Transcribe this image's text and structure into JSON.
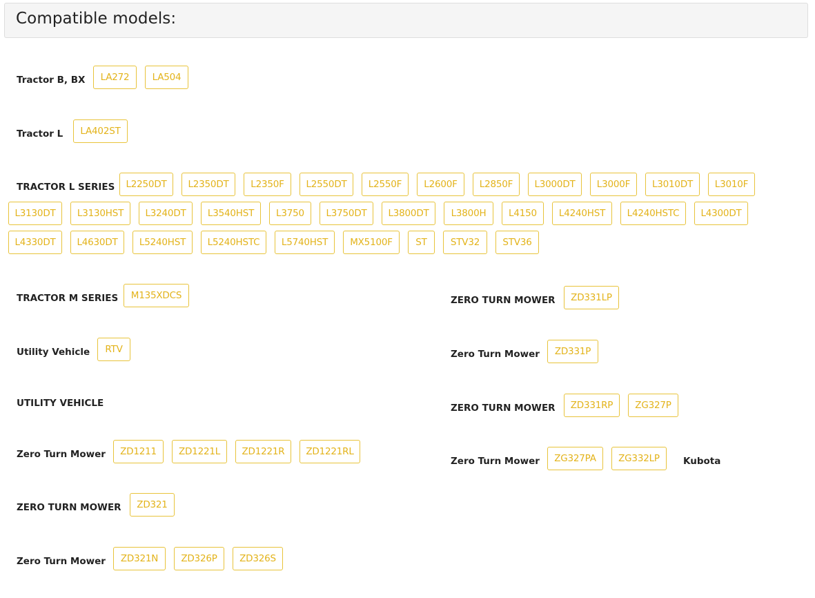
{
  "header": {
    "title": "Compatible models:"
  },
  "groups": [
    {
      "label": "Tractor B, BX",
      "models": [
        "LA272",
        "LA504"
      ]
    },
    {
      "label": "Tractor L",
      "models": [
        "LA402ST"
      ]
    },
    {
      "label": "TRACTOR L SERIES",
      "models": [
        "L2250DT",
        "L2350DT",
        "L2350F",
        "L2550DT",
        "L2550F",
        "L2600F",
        "L2850F",
        "L3000DT",
        "L3000F",
        "L3010DT",
        "L3010F",
        "L3130DT",
        "L3130HST",
        "L3240DT",
        "L3540HST",
        "L3750",
        "L3750DT",
        "L3800DT",
        "L3800H",
        "L4150",
        "L4240HST",
        "L4240HSTC",
        "L4300DT",
        "L4330DT",
        "L4630DT",
        "L5240HST",
        "L5240HSTC",
        "L5740HST",
        "MX5100F",
        "ST",
        "STV32",
        "STV36"
      ]
    },
    {
      "label": "TRACTOR M SERIES",
      "models": [
        "M135XDCS"
      ]
    },
    {
      "label": "Utility Vehicle",
      "models": [
        "RTV"
      ]
    },
    {
      "label": "UTILITY VEHICLE",
      "models": []
    },
    {
      "label": "Zero Turn Mower",
      "models": [
        "ZD1211",
        "ZD1221L",
        "ZD1221R",
        "ZD1221RL"
      ]
    },
    {
      "label": "ZERO TURN MOWER",
      "models": [
        "ZD321"
      ]
    },
    {
      "label": "Zero Turn Mower",
      "models": [
        "ZD321N",
        "ZD326P",
        "ZD326S"
      ]
    },
    {
      "label": "ZERO TURN MOWER",
      "models": [
        "ZD331LP"
      ]
    },
    {
      "label": "Zero Turn Mower",
      "models": [
        "ZD331P"
      ]
    },
    {
      "label": "ZERO TURN MOWER",
      "models": [
        "ZD331RP",
        "ZG327P"
      ]
    },
    {
      "label": "Zero Turn Mower",
      "models": [
        "ZG327PA",
        "ZG332LP"
      ],
      "extra": "Kubota"
    }
  ],
  "colors": {
    "tag_border": "#e8c33a",
    "tag_text": "#e3b31a",
    "label": "#222222",
    "header_bg": "#f5f5f5"
  }
}
